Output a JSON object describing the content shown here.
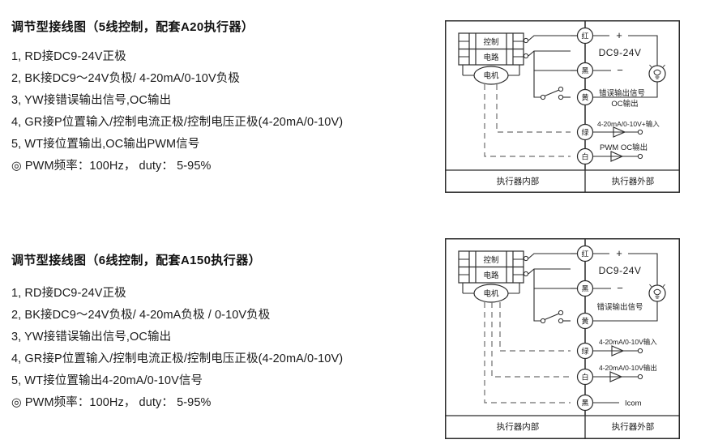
{
  "page": {
    "background": "#ffffff",
    "line_color": "#2b2b2b",
    "text_color": "#1b1b1b"
  },
  "blocks": [
    {
      "title": "调节型接线图（5线控制，配套A20执行器）",
      "items": [
        "1, RD接DC9-24V正极",
        "2, BK接DC9～24V负极/ 4-20mA/0-10V负极",
        "3, YW接错误输出信号,OC输出",
        "4, GR接P位置输入/控制电流正极/控制电压正极(4-20mA/0-10V)",
        "5, WT接位置输出,OC输出PWM信号"
      ],
      "note": "◎ PWM频率：100Hz， duty： 5-95%",
      "diagram": {
        "control_block_label_line1": "控制",
        "control_block_label_line2": "电路",
        "motor_label": "电机",
        "power_label": "DC9-24V",
        "plus_sign": "+",
        "minus_sign": "−",
        "footer_inside": "执行器内部",
        "footer_outside": "执行器外部",
        "terminals": [
          {
            "name": "红",
            "annotation": "",
            "annotation2": ""
          },
          {
            "name": "黑",
            "annotation": "",
            "annotation2": ""
          },
          {
            "name": "黄",
            "annotation": "错误输出信号",
            "annotation2": "OC输出"
          },
          {
            "name": "绿",
            "annotation": "4-20mA/0-10V+输入",
            "annotation2": ""
          },
          {
            "name": "白",
            "annotation": "PWM OC输出",
            "annotation2": ""
          }
        ]
      }
    },
    {
      "title": "调节型接线图（6线控制，配套A150执行器）",
      "items": [
        "1, RD接DC9-24V正极",
        "2, BK接DC9～24V负极/ 4-20mA负极 / 0-10V负极",
        "3, YW接错误输出信号,OC输出",
        "4, GR接P位置输入/控制电流正极/控制电压正极(4-20mA/0-10V)",
        "5, WT接位置输出4-20mA/0-10V信号"
      ],
      "note": "◎ PWM频率：100Hz， duty： 5-95%",
      "diagram": {
        "control_block_label_line1": "控制",
        "control_block_label_line2": "电路",
        "motor_label": "电机",
        "power_label": "DC9-24V",
        "plus_sign": "+",
        "minus_sign": "−",
        "footer_inside": "执行器内部",
        "footer_outside": "执行器外部",
        "terminals": [
          {
            "name": "红",
            "annotation": "",
            "annotation2": ""
          },
          {
            "name": "黑",
            "annotation": "",
            "annotation2": ""
          },
          {
            "name": "黄",
            "annotation": "错误输出信号",
            "annotation2": ""
          },
          {
            "name": "绿",
            "annotation": "4-20mA/0-10V输入",
            "annotation2": ""
          },
          {
            "name": "白",
            "annotation": "4-20mA/0-10V输出",
            "annotation2": ""
          },
          {
            "name": "黑",
            "annotation": "Icom",
            "annotation2": ""
          }
        ]
      }
    }
  ]
}
